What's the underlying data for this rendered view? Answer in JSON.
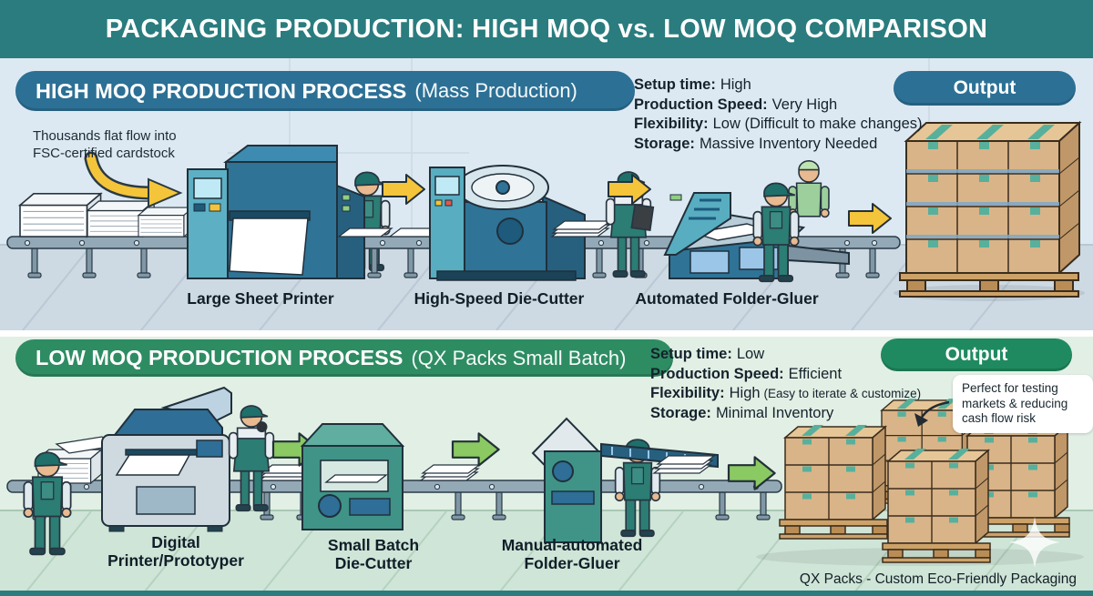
{
  "title": "PACKAGING PRODUCTION: HIGH MOQ vs. LOW MOQ COMPARISON",
  "high": {
    "header": {
      "strong": "HIGH MOQ PRODUCTION PROCESS",
      "light": "(Mass Production)"
    },
    "annotation": "Thousands flat flow into\nFSC-certified cardstock",
    "stats": [
      {
        "label": "Setup time:",
        "value": "High",
        "note": ""
      },
      {
        "label": "Production Speed:",
        "value": "Very High",
        "note": ""
      },
      {
        "label": "Flexibility:",
        "value": "Low (Difficult to make changes)",
        "note": ""
      },
      {
        "label": "Storage:",
        "value": "Massive Inventory Needed",
        "note": ""
      }
    ],
    "output_label": "Output",
    "machine_labels": [
      "Large Sheet Printer",
      "High-Speed Die-Cutter",
      "Automated Folder-Gluer"
    ]
  },
  "low": {
    "header": {
      "strong": "LOW MOQ PRODUCTION PROCESS",
      "light": "(QX Packs Small Batch)"
    },
    "stats": [
      {
        "label": "Setup time:",
        "value": "Low",
        "note": ""
      },
      {
        "label": "Production Speed:",
        "value": "Efficient",
        "note": ""
      },
      {
        "label": "Flexibility:",
        "value": "High",
        "note": "(Easy to iterate & customize)"
      },
      {
        "label": "Storage:",
        "value": "Minimal Inventory",
        "note": ""
      }
    ],
    "output_label": "Output",
    "callout": "Perfect for testing\nmarkets & reducing\ncash flow risk",
    "machine_labels": [
      "Digital\nPrinter/Prototyper",
      "Small Batch\nDie-Cutter",
      "Manual-automated\nFolder-Gluer"
    ]
  },
  "footer": "QX Packs - Custom Eco-Friendly Packaging",
  "colors": {
    "banner_teal": "#2a7c7e",
    "high_blue": "#2c7095",
    "low_green": "#2e8c63",
    "output_green": "#1f8a60",
    "arrow_yellow": "#f4c43a",
    "arrow_green": "#8bc963",
    "box_tan": "#d9b488",
    "tape_teal": "#57b09c",
    "high_bg": "#dde9f2",
    "low_bg": "#e1efe5"
  }
}
